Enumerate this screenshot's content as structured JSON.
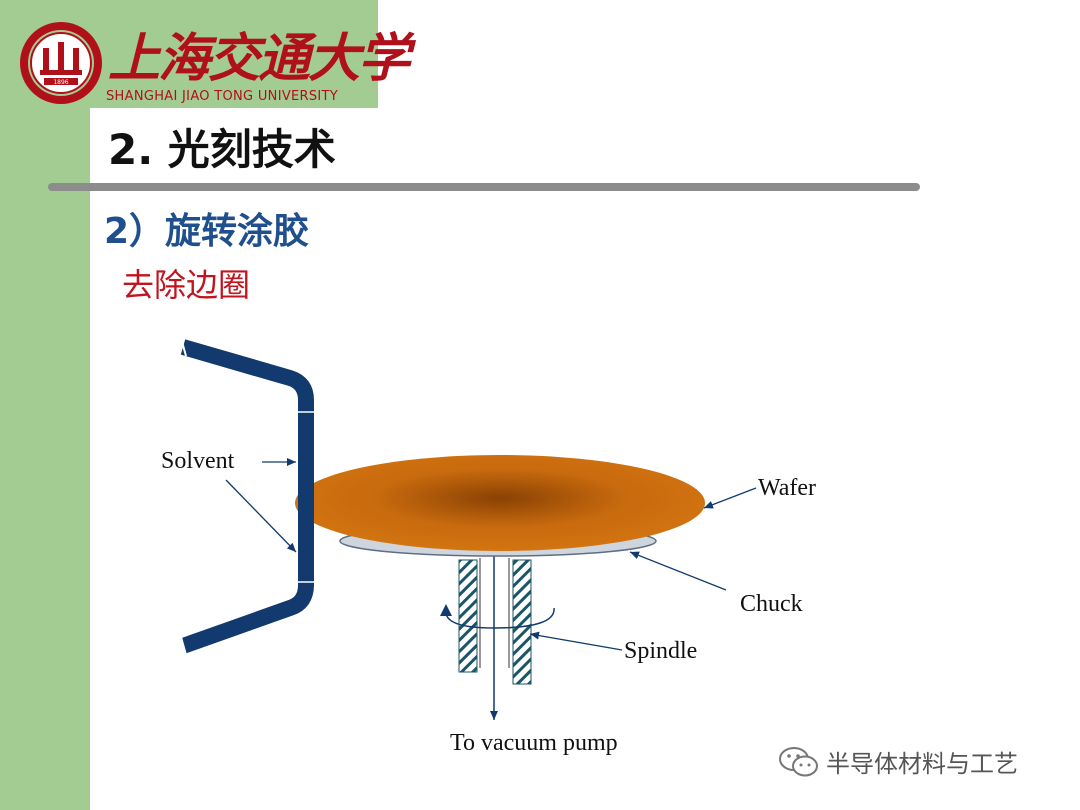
{
  "header": {
    "university_cn": "上海交通大学",
    "university_en": "SHANGHAI JIAO TONG UNIVERSITY",
    "logo_year": "1896"
  },
  "slide": {
    "title": "2. 光刻技术",
    "subtitle": "2）旋转涂胶",
    "subsubtitle": "去除边圈"
  },
  "diagram": {
    "labels": {
      "solvent": "Solvent",
      "wafer": "Wafer",
      "chuck": "Chuck",
      "spindle": "Spindle",
      "vacuum": "To vacuum pump"
    }
  },
  "watermark": {
    "text": "半导体材料与工艺",
    "icon": "wechat-icon"
  },
  "colors": {
    "sidebar": "#a3cc92",
    "brand_red": "#b0101a",
    "subtitle_blue": "#1f4f8c",
    "pipe": "#123a6e",
    "wafer": "#c86a0e"
  }
}
